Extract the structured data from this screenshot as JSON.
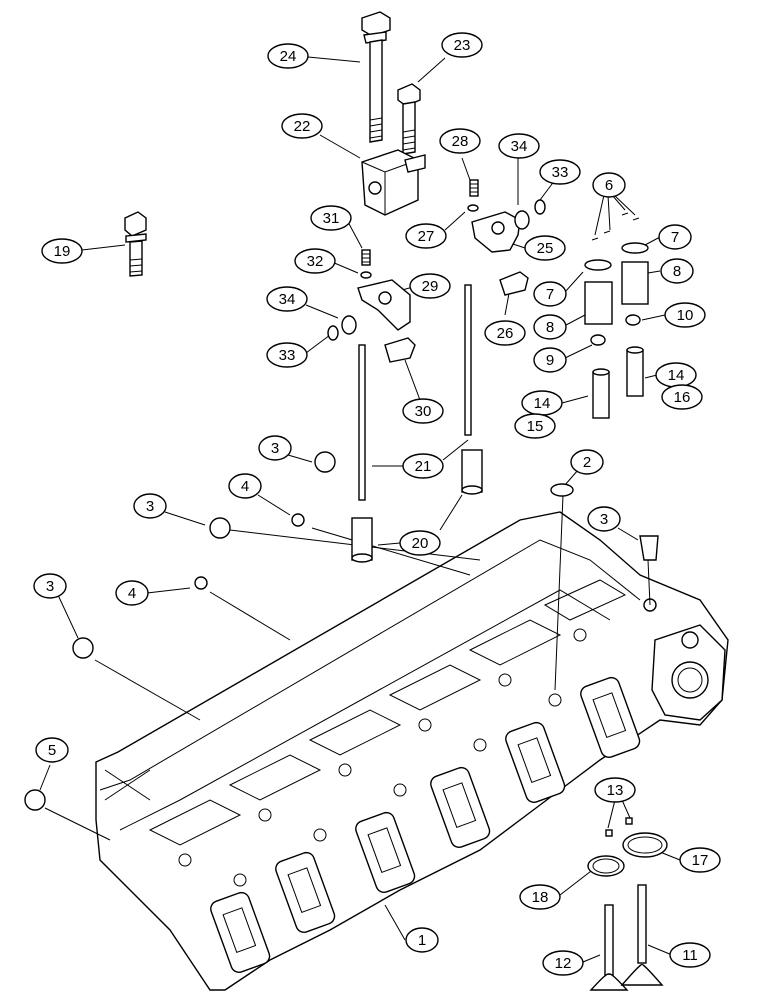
{
  "callouts": {
    "c1": "1",
    "c2": "2",
    "c3a": "3",
    "c3b": "3",
    "c3c": "3",
    "c3d": "3",
    "c4a": "4",
    "c4b": "4",
    "c5": "5",
    "c6": "6",
    "c7a": "7",
    "c7b": "7",
    "c8a": "8",
    "c8b": "8",
    "c9": "9",
    "c10": "10",
    "c11": "11",
    "c12": "12",
    "c13": "13",
    "c14a": "14",
    "c14b": "14",
    "c15": "15",
    "c16": "16",
    "c17": "17",
    "c18": "18",
    "c19": "19",
    "c20": "20",
    "c21": "21",
    "c22": "22",
    "c23": "23",
    "c24": "24",
    "c25": "25",
    "c26": "26",
    "c27": "27",
    "c28": "28",
    "c29": "29",
    "c30": "30",
    "c31": "31",
    "c32": "32",
    "c33a": "33",
    "c33b": "33",
    "c34a": "34",
    "c34b": "34"
  }
}
